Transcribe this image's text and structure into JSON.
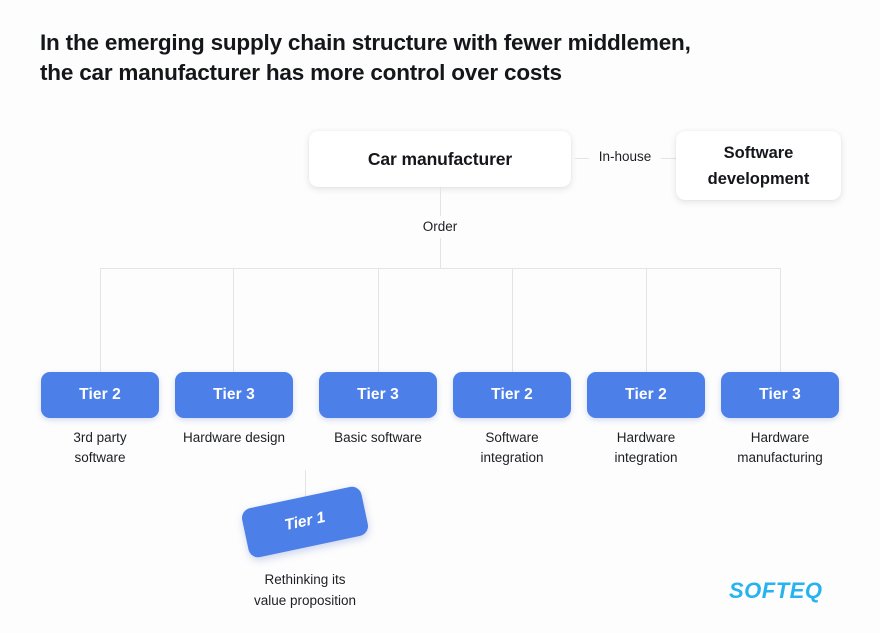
{
  "title": {
    "line1": "In the emerging supply chain structure with fewer middlemen,",
    "line2": "the car manufacturer has more control over costs"
  },
  "nodes": {
    "car_manufacturer": "Car manufacturer",
    "software_development": "Software\ndevelopment",
    "software_development_line1": "Software",
    "software_development_line2": "development"
  },
  "connectors": {
    "in_house_label": "In-house",
    "order_label": "Order"
  },
  "tiers": [
    {
      "tier": "Tier 2",
      "caption_line1": "3rd party",
      "caption_line2": "software"
    },
    {
      "tier": "Tier 3",
      "caption_line1": "Hardware design",
      "caption_line2": ""
    },
    {
      "tier": "Tier 3",
      "caption_line1": "Basic software",
      "caption_line2": ""
    },
    {
      "tier": "Tier 2",
      "caption_line1": "Software",
      "caption_line2": "integration"
    },
    {
      "tier": "Tier 2",
      "caption_line1": "Hardware",
      "caption_line2": "integration"
    },
    {
      "tier": "Tier 3",
      "caption_line1": "Hardware",
      "caption_line2": "manufacturing"
    }
  ],
  "tier1": {
    "tier": "Tier 1",
    "caption_line1": "Rethinking its",
    "caption_line2": "value proposition"
  },
  "logo": {
    "text": "SOFTEQ"
  },
  "colors": {
    "tier_blue": "#4d7fe8",
    "logo_cyan": "#26b3f0",
    "line_gray": "#e3e4e8",
    "text_dark": "#14161a",
    "page_background": "#fdfdfd"
  }
}
